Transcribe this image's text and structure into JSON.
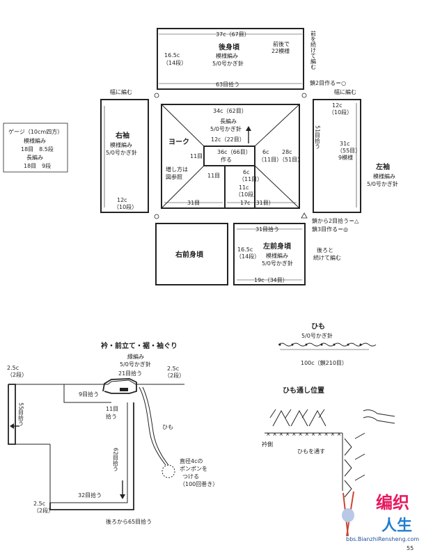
{
  "back_body": {
    "title": "後身頃",
    "pattern": "模様編み",
    "hook": "5/0号かぎ針",
    "top_dim": "37c（67目）",
    "left_dim": "16.5c",
    "left_rows": "（14段）",
    "right_note": "前後で",
    "right_note2": "22模様",
    "bottom_dim": "63目拾う",
    "side_note": "前を続けて編む"
  },
  "chain_note_top": "鎖2目作る＝○",
  "width_note_right_sleeve": "幅に編む",
  "width_note_left_sleeve": "幅に編む",
  "gauge": {
    "title": "ゲージ（10cm四方）",
    "line1": "模様編み",
    "line2": "18目　8.5段",
    "line3": "長編み",
    "line4": "18目　9段"
  },
  "right_sleeve": {
    "title": "右袖",
    "pattern": "模様編み",
    "hook": "5/0号かぎ針",
    "bottom_dim": "12c",
    "bottom_rows": "（10段）"
  },
  "yoke": {
    "title": "ヨーク",
    "top_dim": "34c（62目）",
    "pattern": "長編み",
    "hook": "5/0号かぎ針",
    "inner_top": "12c（22目）",
    "center_dim": "36c（66目）",
    "center_make": "作る",
    "right_dim": "6c",
    "right_rows": "（11目）",
    "outer_right": "28c",
    "outer_right2": "（51目）",
    "left11": "11目",
    "increase_note": "増し方は",
    "increase_note2": "図参照",
    "left11b": "11目",
    "inner_6c": "6c",
    "inner_6c_sts": "（11目）",
    "inner_11c": "11c",
    "inner_11c_rows": "（10段）",
    "bottom_left": "31目",
    "bottom_right": "17c（31目）"
  },
  "left_sleeve": {
    "title": "左袖",
    "pattern": "模様編み",
    "hook": "5/0号かぎ針",
    "top_dim": "12c",
    "top_rows": "（10段）",
    "pickup": "51目拾う",
    "dim": "31c",
    "dim_sts": "（55目）",
    "dim_pat": "9模様"
  },
  "chain_note_bottom1": "鎖から2目拾う＝△",
  "chain_note_bottom2": "鎖3目作る＝◎",
  "right_front": {
    "title": "右前身頃"
  },
  "left_front": {
    "title": "左前身頃",
    "pattern": "模様編み",
    "hook": "5/0号かぎ針",
    "top_dim": "31目拾う",
    "left_dim": "16.5c",
    "left_rows": "（14段）",
    "bottom_dim": "19c（34目）",
    "side_note": "後ろと",
    "side_note2": "続けて編む"
  },
  "border": {
    "title": "衿・前立て・裾・袖ぐり",
    "pattern": "縁編み",
    "hook": "5/0号かぎ針",
    "top_pick": "21目拾う",
    "right_dim": "2.5c",
    "right_rows": "（2段）",
    "left_dim": "2.5c",
    "left_rows": "（2段）",
    "left_pick": "55目拾う",
    "nine_pick": "9目拾う",
    "eleven_pick": "11目",
    "eleven_pick2": "拾う",
    "string": "ひも",
    "sixtytwo": "62目拾う",
    "pompom1": "直径4cの",
    "pompom2": "ポンポンを",
    "pompom3": "つける",
    "pompom4": "（100回巻き）",
    "bottom_pick": "32目拾う",
    "bottom_dim": "2.5c",
    "bottom_rows": "（2段）",
    "back_pick": "後ろから65目拾う"
  },
  "himo": {
    "title": "ひも",
    "hook": "5/0号かぎ針",
    "dim": "100c（鎖210目）"
  },
  "himo_pos": {
    "title": "ひも通し位置",
    "collar_side": "衿側",
    "thread": "ひもを通す"
  },
  "logo": {
    "text1": "编织",
    "text2": "人生",
    "url": "bbs.BianzhiRensheng.com"
  },
  "page_number": "55"
}
